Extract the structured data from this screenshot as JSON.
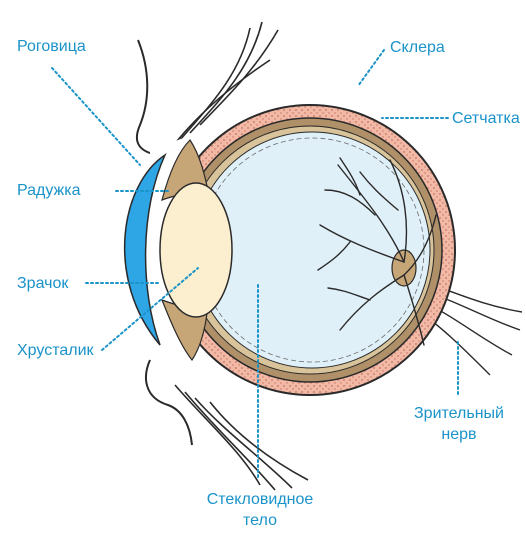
{
  "colors": {
    "label_text": "#1a93c9",
    "leader_dots": "#1a93c9",
    "outline": "#2a2a2a",
    "cornea": "#2ea6e6",
    "sclera_pink": "#f2b9a6",
    "choroid_brown": "#b09068",
    "retina_tan": "#d8c39a",
    "vitreous": "#dff0f8",
    "lens": "#fcefcf",
    "iris": "#c6a577"
  },
  "labels": {
    "cornea": "Роговица",
    "iris": "Радужка",
    "pupil": "Зрачок",
    "lens": "Хрусталик",
    "sclera": "Склера",
    "retina": "Сетчатка",
    "optic_nerve_line1": "Зрительный",
    "optic_nerve_line2": "нерв",
    "vitreous_line1": "Стекловидное",
    "vitreous_line2": "тело"
  }
}
